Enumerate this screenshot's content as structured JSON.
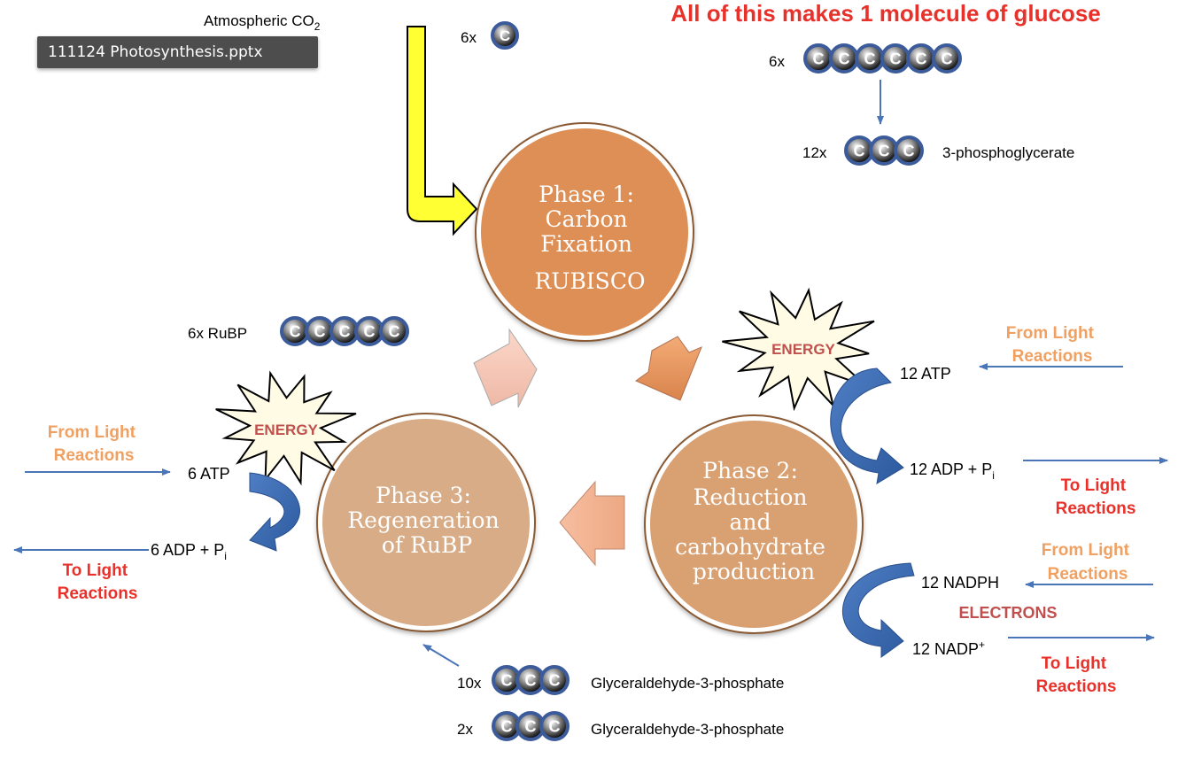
{
  "title": "All of this makes 1 molecule of glucose",
  "file_tab": "111124 Photosynthesis.pptx",
  "atmospheric": {
    "text": "Atmospheric CO",
    "sub": "2"
  },
  "carbon_letter": "C",
  "colors": {
    "title_red": "#e8312a",
    "light_orange": "#f0a060",
    "arrow_blue": "#4a76b8",
    "phase1_fill": "#dd8f55",
    "phase2_fill": "#d9a072",
    "phase3_fill": "#d7ac87",
    "energy_text": "#c0504d",
    "yellow_arrow": "#ffff33",
    "carbon_blue": "#3b5b9b"
  },
  "counts": {
    "co2": "6x",
    "hexose": "6x",
    "pga": "12x",
    "rubp": "6x RuBP",
    "g3p_recycle": "10x",
    "g3p_out": "2x"
  },
  "molecules": {
    "pga": "3-phosphoglycerate",
    "g3p_1": "Glyceraldehyde-3-phosphate",
    "g3p_2": "Glyceraldehyde-3-phosphate"
  },
  "phases": {
    "p1": [
      "Phase 1:",
      "Carbon",
      "Fixation"
    ],
    "p1_enzyme": "RUBISCO",
    "p2": [
      "Phase 2:",
      "Reduction",
      "and",
      "carbohydrate",
      "production"
    ],
    "p3": [
      "Phase 3:",
      "Regeneration",
      "of RuBP"
    ]
  },
  "energy": "ENERGY",
  "electrons": "ELECTRONS",
  "from_light": [
    "From Light",
    "Reactions"
  ],
  "to_light": [
    "To Light",
    "Reactions"
  ],
  "left": {
    "atp": "6 ATP",
    "adp": "6 ADP + P",
    "adp_sub": "i"
  },
  "right": {
    "atp": "12 ATP",
    "adp": "12 ADP + P",
    "adp_sub": "i",
    "nadph": "12 NADPH",
    "nadp": "12 NADP",
    "nadp_sup": "+"
  }
}
